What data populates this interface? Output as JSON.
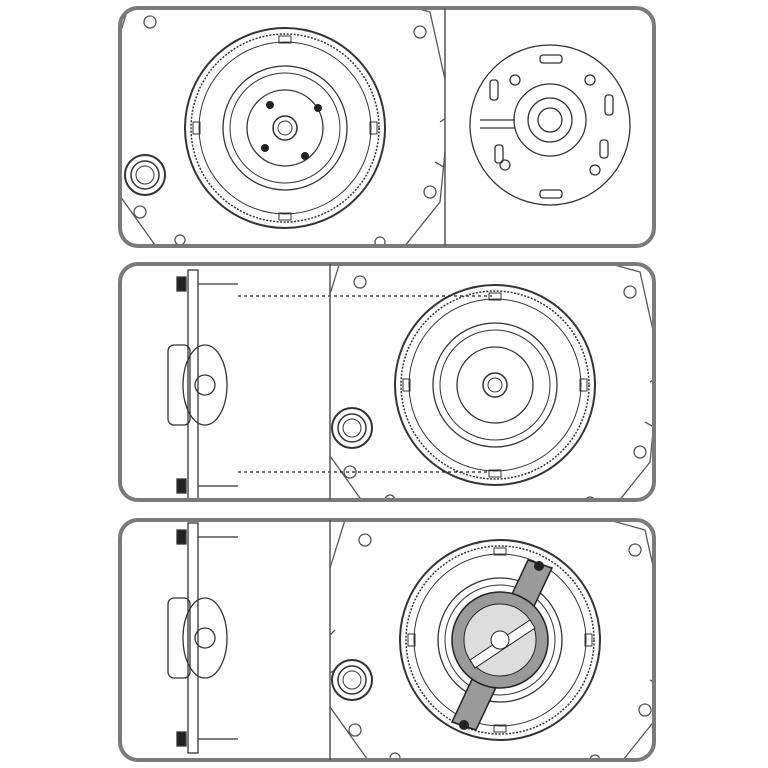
{
  "colors": {
    "frame": "#7a7a7a",
    "line": "#3a3a3a",
    "fill_tool": "#9a9a9a",
    "background": "#ffffff"
  },
  "panels": [
    {
      "step": 1,
      "content": "flywheel-bolts-and-holding-plate"
    },
    {
      "step": 2,
      "content": "tool-alignment-to-flywheel"
    },
    {
      "step": 3,
      "content": "tool-installed-on-flywheel"
    }
  ]
}
